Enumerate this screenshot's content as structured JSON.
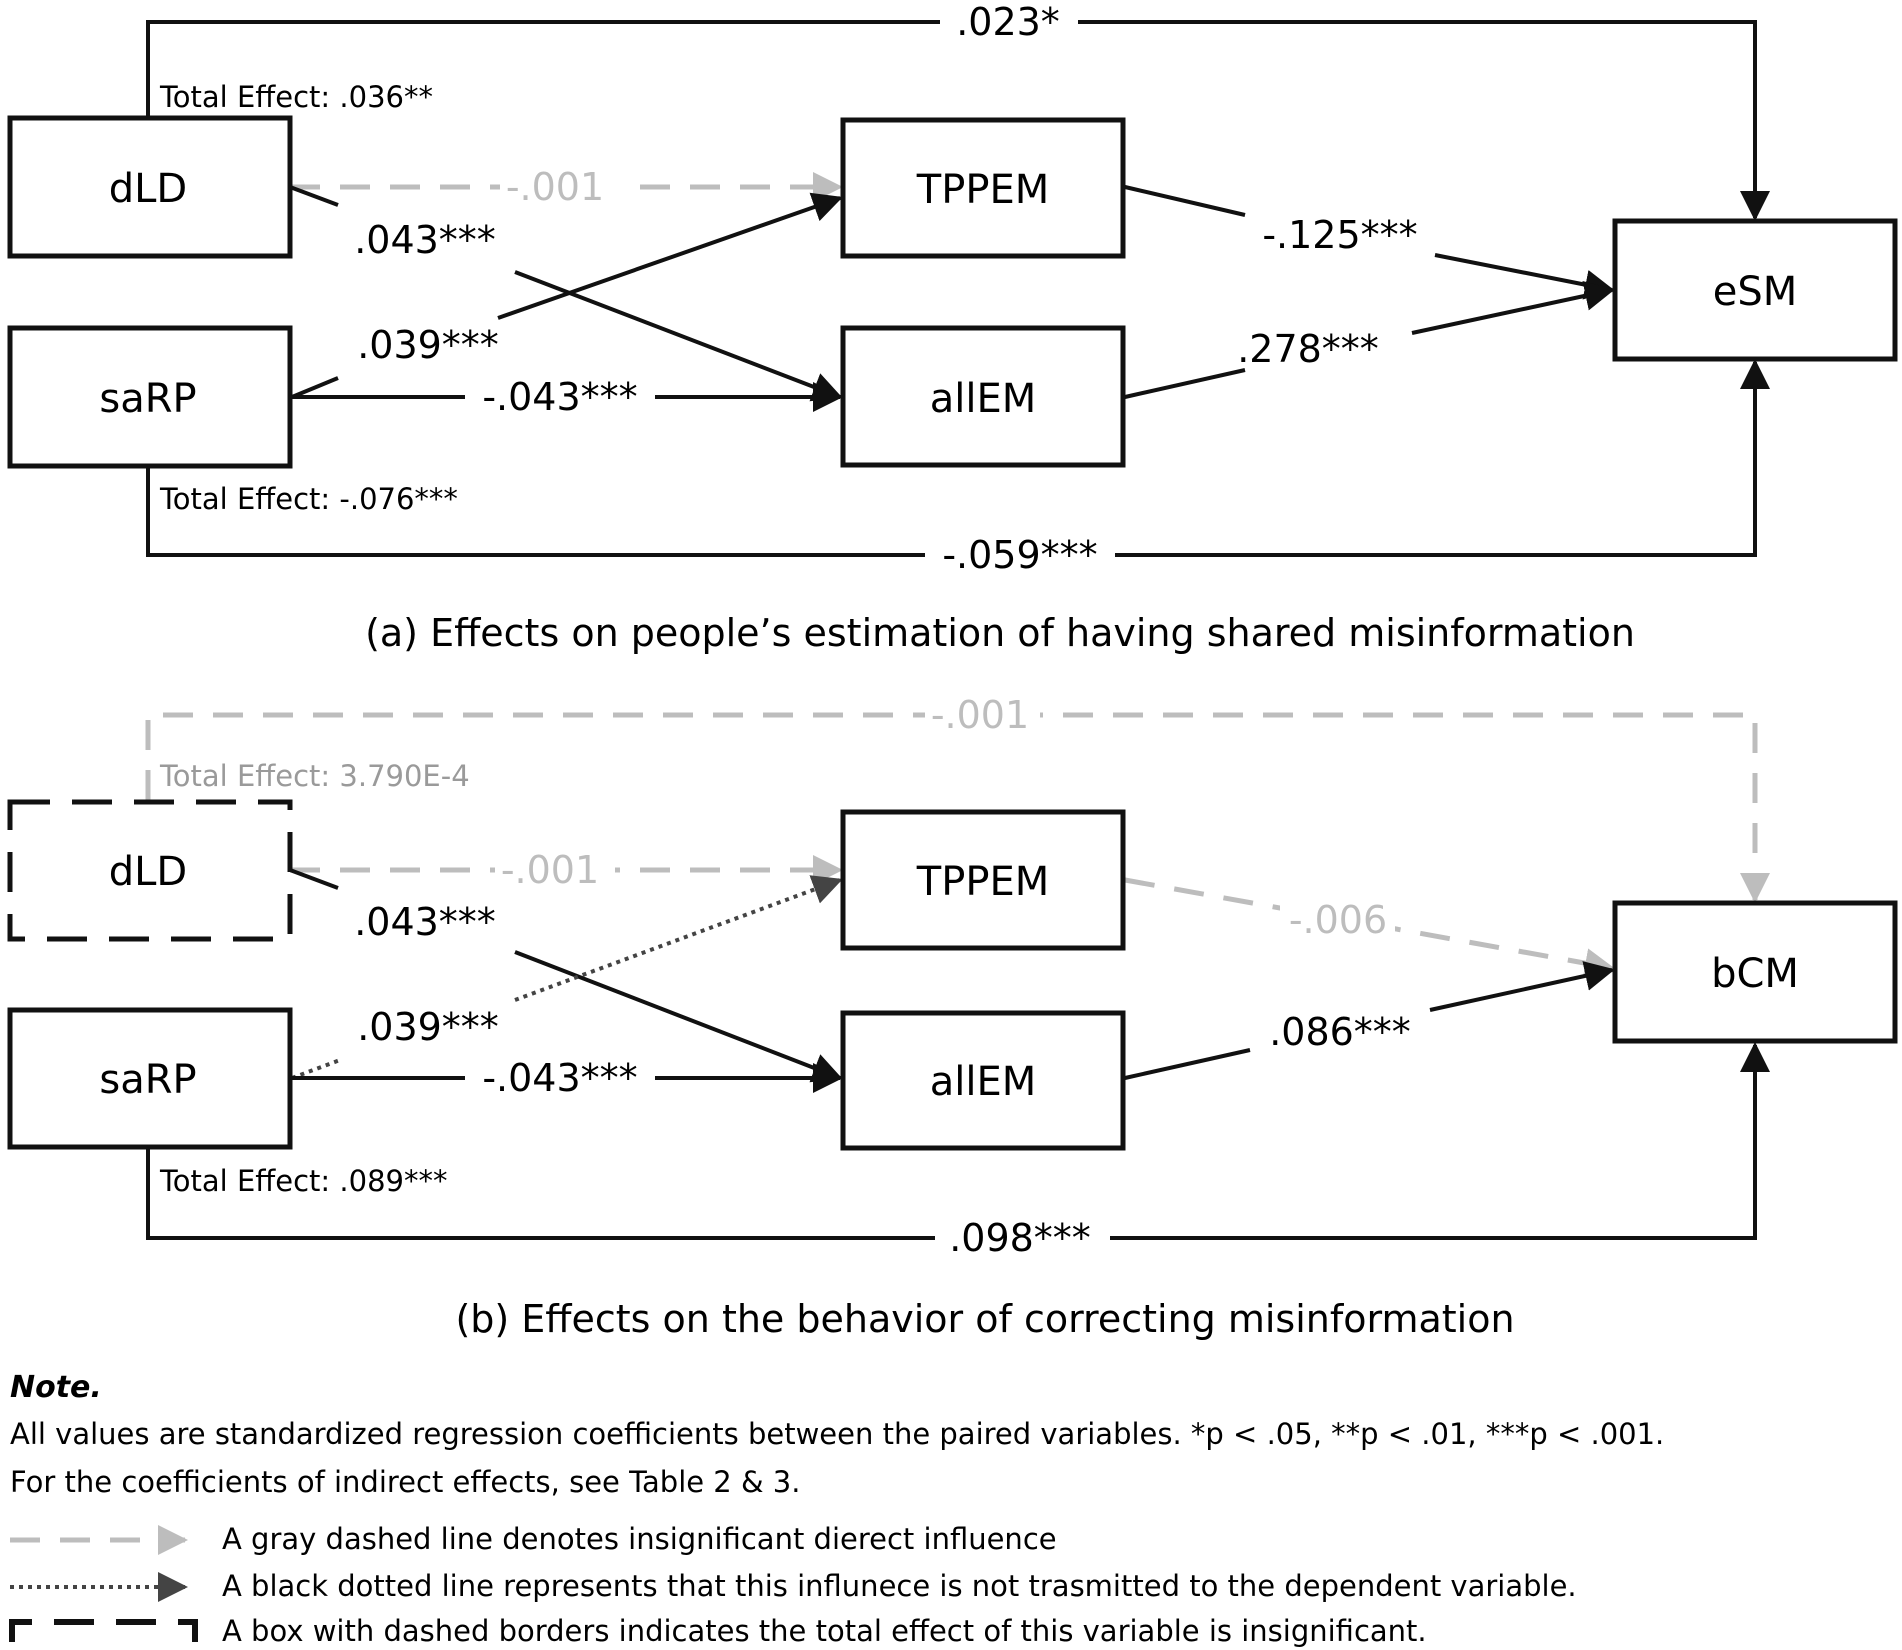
{
  "panel_a": {
    "nodes": {
      "dLD": "dLD",
      "saRP": "saRP",
      "TPPEM": "TPPEM",
      "allEM": "allEM",
      "eSM": "eSM"
    },
    "coefficients": {
      "dLD_eSM": ".023*",
      "dLD_TPPEM": "-.001",
      "dLD_allEM": ".043***",
      "saRP_TPPEM": ".039***",
      "saRP_allEM": "-.043***",
      "TPPEM_eSM": "-.125***",
      "allEM_eSM": ".278***",
      "saRP_eSM": "-.059***"
    },
    "total_effects": {
      "dLD": "Total Effect: .036**",
      "saRP": "Total Effect: -.076***"
    },
    "caption": "(a) Effects on people’s  estimation of having shared misinformation"
  },
  "panel_b": {
    "nodes": {
      "dLD": "dLD",
      "saRP": "saRP",
      "TPPEM": "TPPEM",
      "allEM": "allEM",
      "bCM": "bCM"
    },
    "coefficients": {
      "dLD_bCM": "-.001",
      "dLD_TPPEM": "-.001",
      "dLD_allEM": ".043***",
      "saRP_TPPEM": ".039***",
      "saRP_allEM": "-.043***",
      "TPPEM_bCM": "-.006",
      "allEM_bCM": ".086***",
      "saRP_bCM": ".098***"
    },
    "total_effects": {
      "dLD": "Total Effect: 3.790E-4",
      "saRP": "Total Effect: .089***"
    },
    "caption": "(b) Effects on the behavior of correcting misinformation"
  },
  "note": {
    "title": "Note.",
    "line1": "All values are standardized regression coefficients between the paired variables. *p < .05, **p < .01, ***p < .001.",
    "line2": "For the coefficients of indirect effects, see Table 2 & 3.",
    "legend": [
      "A gray dashed line denotes insignificant dierect influence",
      "A black dotted line represents that this influnece is not trasmitted to the dependent variable.",
      "A box with dashed borders indicates the total effect of this variable is insignificant."
    ]
  },
  "colors": {
    "black": "#111111",
    "gray": "#bdbdbd",
    "dark_gray": "#444444"
  }
}
